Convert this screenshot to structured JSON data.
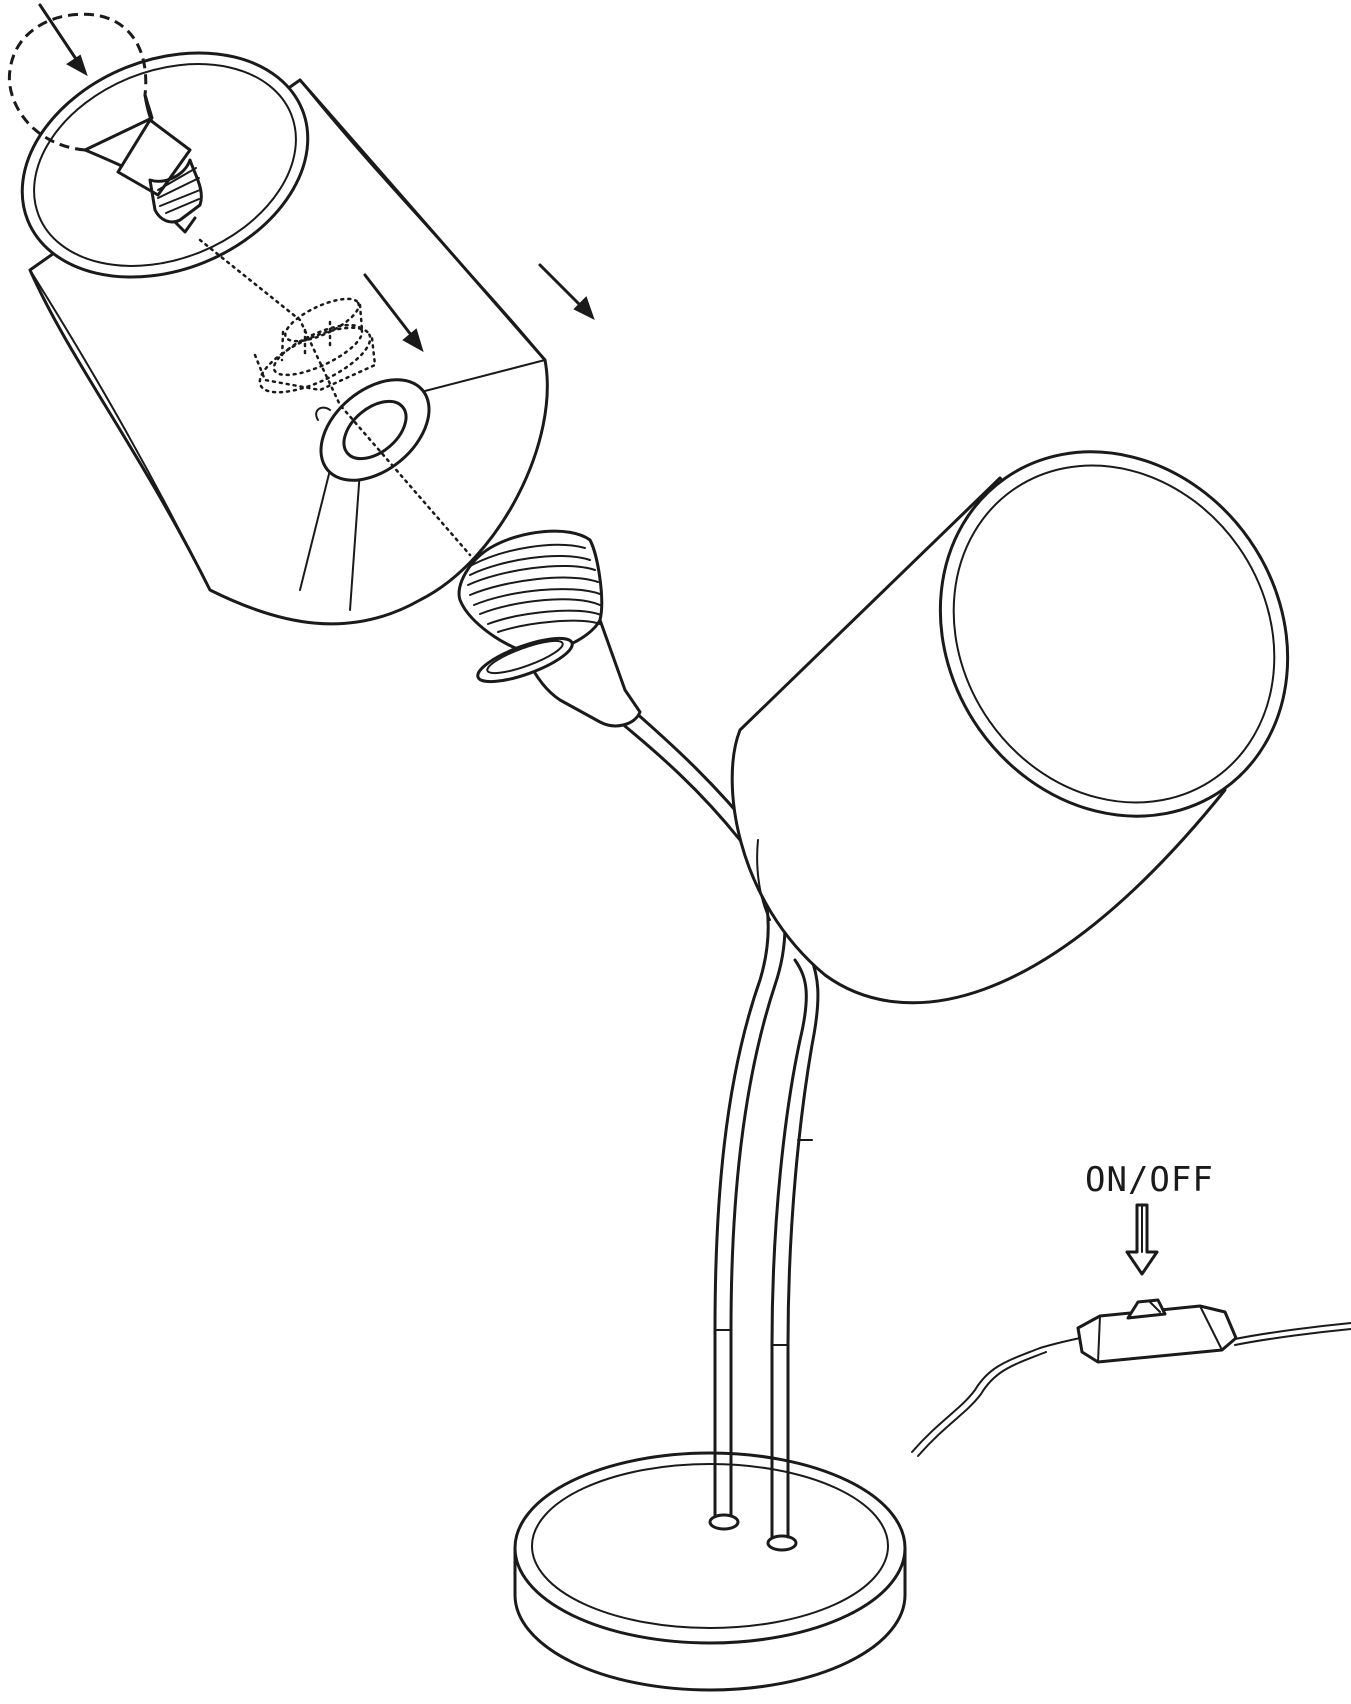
{
  "switch": {
    "label": "ON/OFF"
  },
  "parts": {
    "bulb": "light-bulb",
    "shade_exploded": "lamp-shade",
    "shade_mounted": "lamp-shade",
    "shade_ring": "shade-mounting-ring",
    "socket": "bulb-socket",
    "socket_ring": "socket-retaining-ring",
    "arms": "curved-lamp-arms",
    "base": "round-lamp-base",
    "cord": "power-cord",
    "switch": "inline-rocker-switch"
  },
  "colors": {
    "line": "#1a1a1a",
    "background": "#ffffff"
  }
}
